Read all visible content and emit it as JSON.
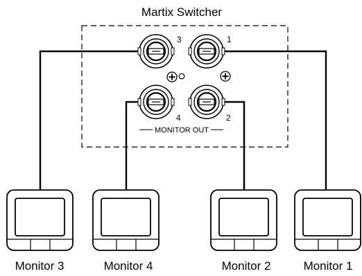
{
  "title": "Martix Switcher",
  "panel_label": "MONITOR OUT",
  "connectors": [
    {
      "id": "3",
      "label": "3"
    },
    {
      "id": "1",
      "label": "1"
    },
    {
      "id": "4",
      "label": "4"
    },
    {
      "id": "2",
      "label": "2"
    }
  ],
  "monitors": [
    {
      "label": "Monitor 3"
    },
    {
      "label": "Monitor 4"
    },
    {
      "label": "Monitor 2"
    },
    {
      "label": "Monitor 1"
    }
  ],
  "colors": {
    "line": "#000000",
    "background": "#ffffff"
  }
}
